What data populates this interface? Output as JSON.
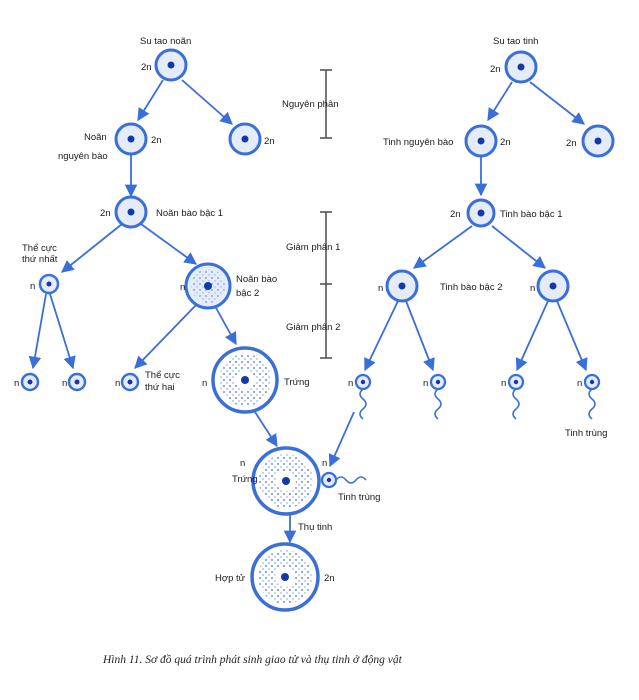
{
  "labels": {
    "su_tao_noan": "Su tao noãn",
    "su_tao_tinh": "Su tao tinh",
    "nguyen_phan": "Nguyên phân",
    "giam_phan_1": "Giảm phân 1",
    "giam_phan_2": "Giảm phân 2",
    "noan_nguyen_bao_1": "Noãn",
    "noan_nguyen_bao_2": "nguyên bào",
    "noan_bao_bac_1": "Noãn bào bậc 1",
    "the_cuc_thu_nhat_1": "Thể cực",
    "the_cuc_thu_nhat_2": "thứ nhất",
    "noan_bao_bac_2_1": "Noãn bào",
    "noan_bao_bac_2_2": "bậc 2",
    "the_cuc_thu_hai_1": "Thể cực",
    "the_cuc_thu_hai_2": "thứ hai",
    "trung": "Trứng",
    "tinh_nguyen_bao": "Tinh nguyên bào",
    "tinh_bao_bac_1": "Tinh bào bậc 1",
    "tinh_bao_bac_2": "Tinh bào bậc 2",
    "tinh_trung": "Tinh trùng",
    "thu_tinh": "Thụ tinh",
    "hop_tu": "Hợp tử",
    "n2": "2n",
    "n": "n"
  },
  "caption": "Hình 11. Sơ đồ quá trình phát sinh giao tử và thụ tinh ở động vật",
  "colors": {
    "cell": "#3a6fd8",
    "cell_fill": "#e4ecfa",
    "nucleus": "#1438a8",
    "arrow": "#3a6fd8",
    "bracket": "#555555"
  }
}
